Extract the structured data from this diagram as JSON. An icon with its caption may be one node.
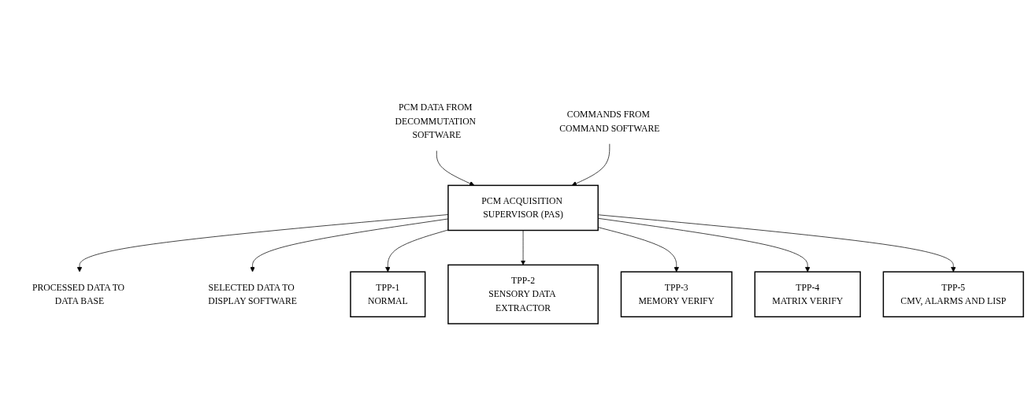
{
  "diagram": {
    "nodes": [
      {
        "text": [
          "PROCESSED DATA TO DATA BASE"
        ]
      },
      {
        "text": [
          "PCM DATA FROM DECOMMUTATION SOFTWARE"
        ]
      },
      {
        "text": [
          "PCM ACQUISITION SUPERVISOR (PAS)"
        ]
      },
      {
        "text": [
          "COMMANDS FROM COMMAND SOFTWARE"
        ]
      },
      {
        "text": [
          "SELECTED DATA TO DISPLAY SOFTWARE"
        ]
      },
      {
        "text": [
          "TPP-1",
          "NORMAL"
        ]
      },
      {
        "text": [
          "TPP-2",
          "SENSORY DATA EXTRACTOR"
        ]
      },
      {
        "text": [
          "TPP-3",
          "MEMORY VERIFY"
        ]
      },
      {
        "text": [
          "TPP-4",
          "MATRIX VERIFY"
        ]
      },
      {
        "text": [
          "TPP-5",
          "CMV, ALARMS AND LISP"
        ]
      }
    ],
    "edges": [
      {
        "from": 2,
        "to": 0,
        "arrow": "to"
      },
      {
        "from": 1,
        "to": 2,
        "arrow": "to"
      },
      {
        "from": 3,
        "to": 2,
        "arrow": "to"
      },
      {
        "from": 2,
        "to": 4,
        "arrow": "to"
      },
      {
        "from": 2,
        "to": 5,
        "arrow": "to"
      },
      {
        "from": 2,
        "to": 6,
        "arrow": "to"
      },
      {
        "from": 2,
        "to": 7,
        "arrow": "to"
      },
      {
        "from": 2,
        "to": 8,
        "arrow": "to"
      },
      {
        "from": 2,
        "to": 9,
        "arrow": "to"
      }
    ]
  }
}
